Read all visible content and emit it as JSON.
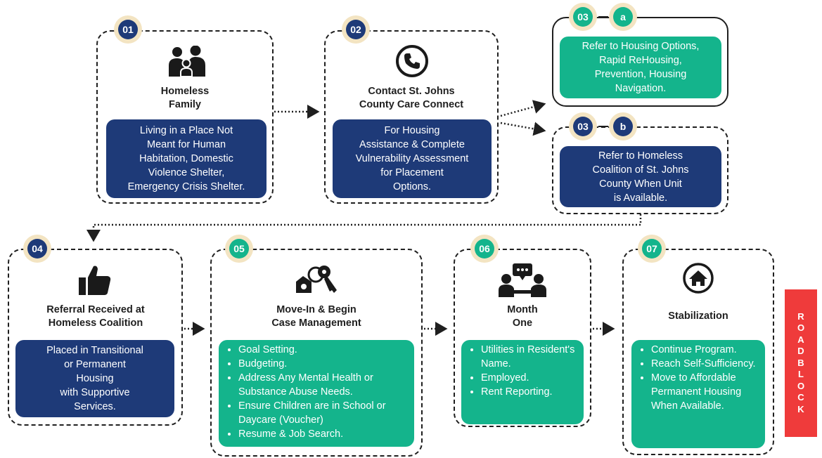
{
  "steps": {
    "s01": {
      "number": "01",
      "title": "Homeless\nFamily",
      "box": "Living in a Place Not\nMeant for Human\nHabitation, Domestic\nViolence Shelter,\nEmergency Crisis Shelter.",
      "icon": "family-icon"
    },
    "s02": {
      "number": "02",
      "title": "Contact St. Johns\nCounty Care Connect",
      "box": "For Housing\nAssistance & Complete\nVulnerability Assessment\nfor Placement\nOptions.",
      "icon": "phone-icon"
    },
    "s03a": {
      "number": "03",
      "letter": "a",
      "box": "Refer to Housing Options,\nRapid ReHousing,\nPrevention, Housing\nNavigation."
    },
    "s03b": {
      "number": "03",
      "letter": "b",
      "box": "Refer to Homeless\nCoalition of St. Johns\nCounty When Unit\nis Available."
    },
    "s04": {
      "number": "04",
      "title": "Referral Received at\nHomeless Coalition",
      "box": "Placed in Transitional\nor Permanent\nHousing\nwith Supportive\nServices.",
      "icon": "thumbs-up-icon"
    },
    "s05": {
      "number": "05",
      "title": "Move-In & Begin\nCase Management",
      "items": [
        "Goal Setting.",
        "Budgeting.",
        "Address Any Mental Health or Substance Abuse Needs.",
        "Ensure Children are in School or Daycare (Voucher)",
        "Resume & Job Search."
      ],
      "icon": "keys-icon"
    },
    "s06": {
      "number": "06",
      "title": "Month\nOne",
      "items": [
        "Utilities in Resident's Name.",
        "Employed.",
        "Rent Reporting."
      ],
      "icon": "meeting-icon"
    },
    "s07": {
      "number": "07",
      "title": "Stabilization",
      "items": [
        "Continue Program.",
        "Reach Self-Sufficiency.",
        "Move to Affordable Permanent Housing When Available."
      ],
      "icon": "home-icon"
    }
  },
  "roadblock": "ROADBLOCK",
  "colors": {
    "navy": "#1e3a78",
    "green": "#14b48c",
    "badge_bg": "#f3e4c2",
    "roadblock": "#ef3b3b",
    "border": "#1f1f1f"
  }
}
